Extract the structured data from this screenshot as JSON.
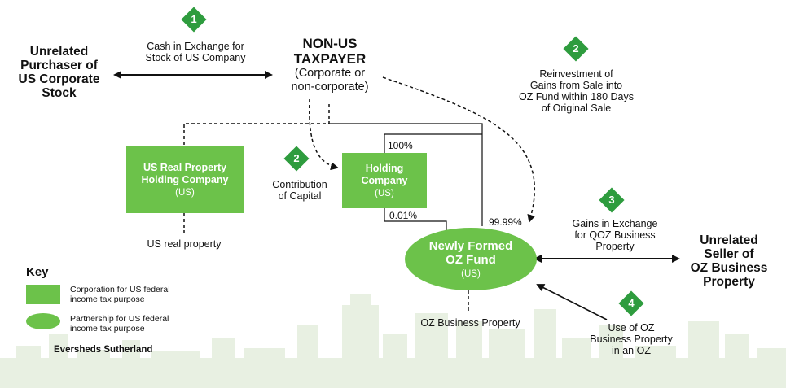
{
  "nodes": {
    "purchaser": {
      "lines": [
        "Unrelated",
        "Purchaser of",
        "US Corporate",
        "Stock"
      ]
    },
    "taxpayer": {
      "title_lines": [
        "NON-US",
        "TAXPAYER"
      ],
      "sub_lines": [
        "(Corporate or",
        "non-corporate)"
      ]
    },
    "us_real_property_company": {
      "title_lines": [
        "US Real Property",
        "Holding Company"
      ],
      "sub": "(US)"
    },
    "holding_company": {
      "title_lines": [
        "Holding",
        "Company"
      ],
      "sub": "(US)"
    },
    "oz_fund": {
      "title_lines": [
        "Newly Formed",
        "OZ Fund"
      ],
      "sub": "(US)"
    },
    "seller": {
      "lines": [
        "Unrelated",
        "Seller of",
        "OZ Business",
        "Property"
      ]
    }
  },
  "labels": {
    "cash_exchange": [
      "Cash in Exchange for",
      "Stock of US Company"
    ],
    "reinvestment": [
      "Reinvestment of",
      "Gains from Sale into",
      "OZ Fund within 180 Days",
      "of Original Sale"
    ],
    "contribution": [
      "Contribution",
      "of Capital"
    ],
    "us_real_property": "US real property",
    "gains_exchange": [
      "Gains in Exchange",
      "for QOZ Business",
      "Property"
    ],
    "oz_business_property": "OZ Business Property",
    "use_of_oz": [
      "Use of OZ",
      "Business Property",
      "in an OZ"
    ],
    "pct_100": "100%",
    "pct_001": "0.01%",
    "pct_9999": "99.99%"
  },
  "steps": {
    "s1": "1",
    "s2a": "2",
    "s2b": "2",
    "s3": "3",
    "s4": "4"
  },
  "key": {
    "title": "Key",
    "corporation": [
      "Corporation for US federal",
      "income tax purpose"
    ],
    "partnership": [
      "Partnership for US federal",
      "income tax purpose"
    ]
  },
  "brand": "Eversheds Sutherland",
  "colors": {
    "box_green": "#6cc24a",
    "badge_green": "#2e9c3e",
    "skyline": "#e7efe0"
  }
}
